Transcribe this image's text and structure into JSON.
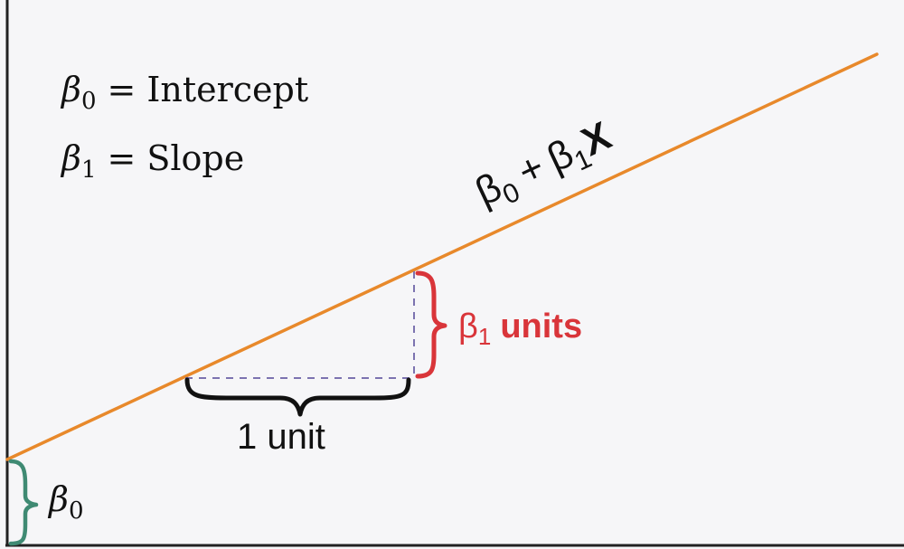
{
  "definitions": {
    "intercept": {
      "symbol": "β",
      "subscript": "0",
      "equals": "=",
      "text": "Intercept"
    },
    "slope": {
      "symbol": "β",
      "subscript": "1",
      "equals": "=",
      "text": "Slope"
    }
  },
  "line_label": {
    "b0": "β",
    "b0_sub": "0",
    "plus": "+",
    "b1": "β",
    "b1_sub": "1",
    "x": "X"
  },
  "run_label": "1 unit",
  "rise_label": {
    "symbol": "β",
    "subscript": "1",
    "text": "units"
  },
  "intercept_label": {
    "symbol": "β",
    "subscript": "0"
  },
  "colors": {
    "line": "#e8892b",
    "rise": "#d9353a",
    "run": "#111111",
    "intercept": "#3f8a73",
    "dash": "#7c73b0",
    "axis": "#222222",
    "background": "#f6f6f8"
  }
}
